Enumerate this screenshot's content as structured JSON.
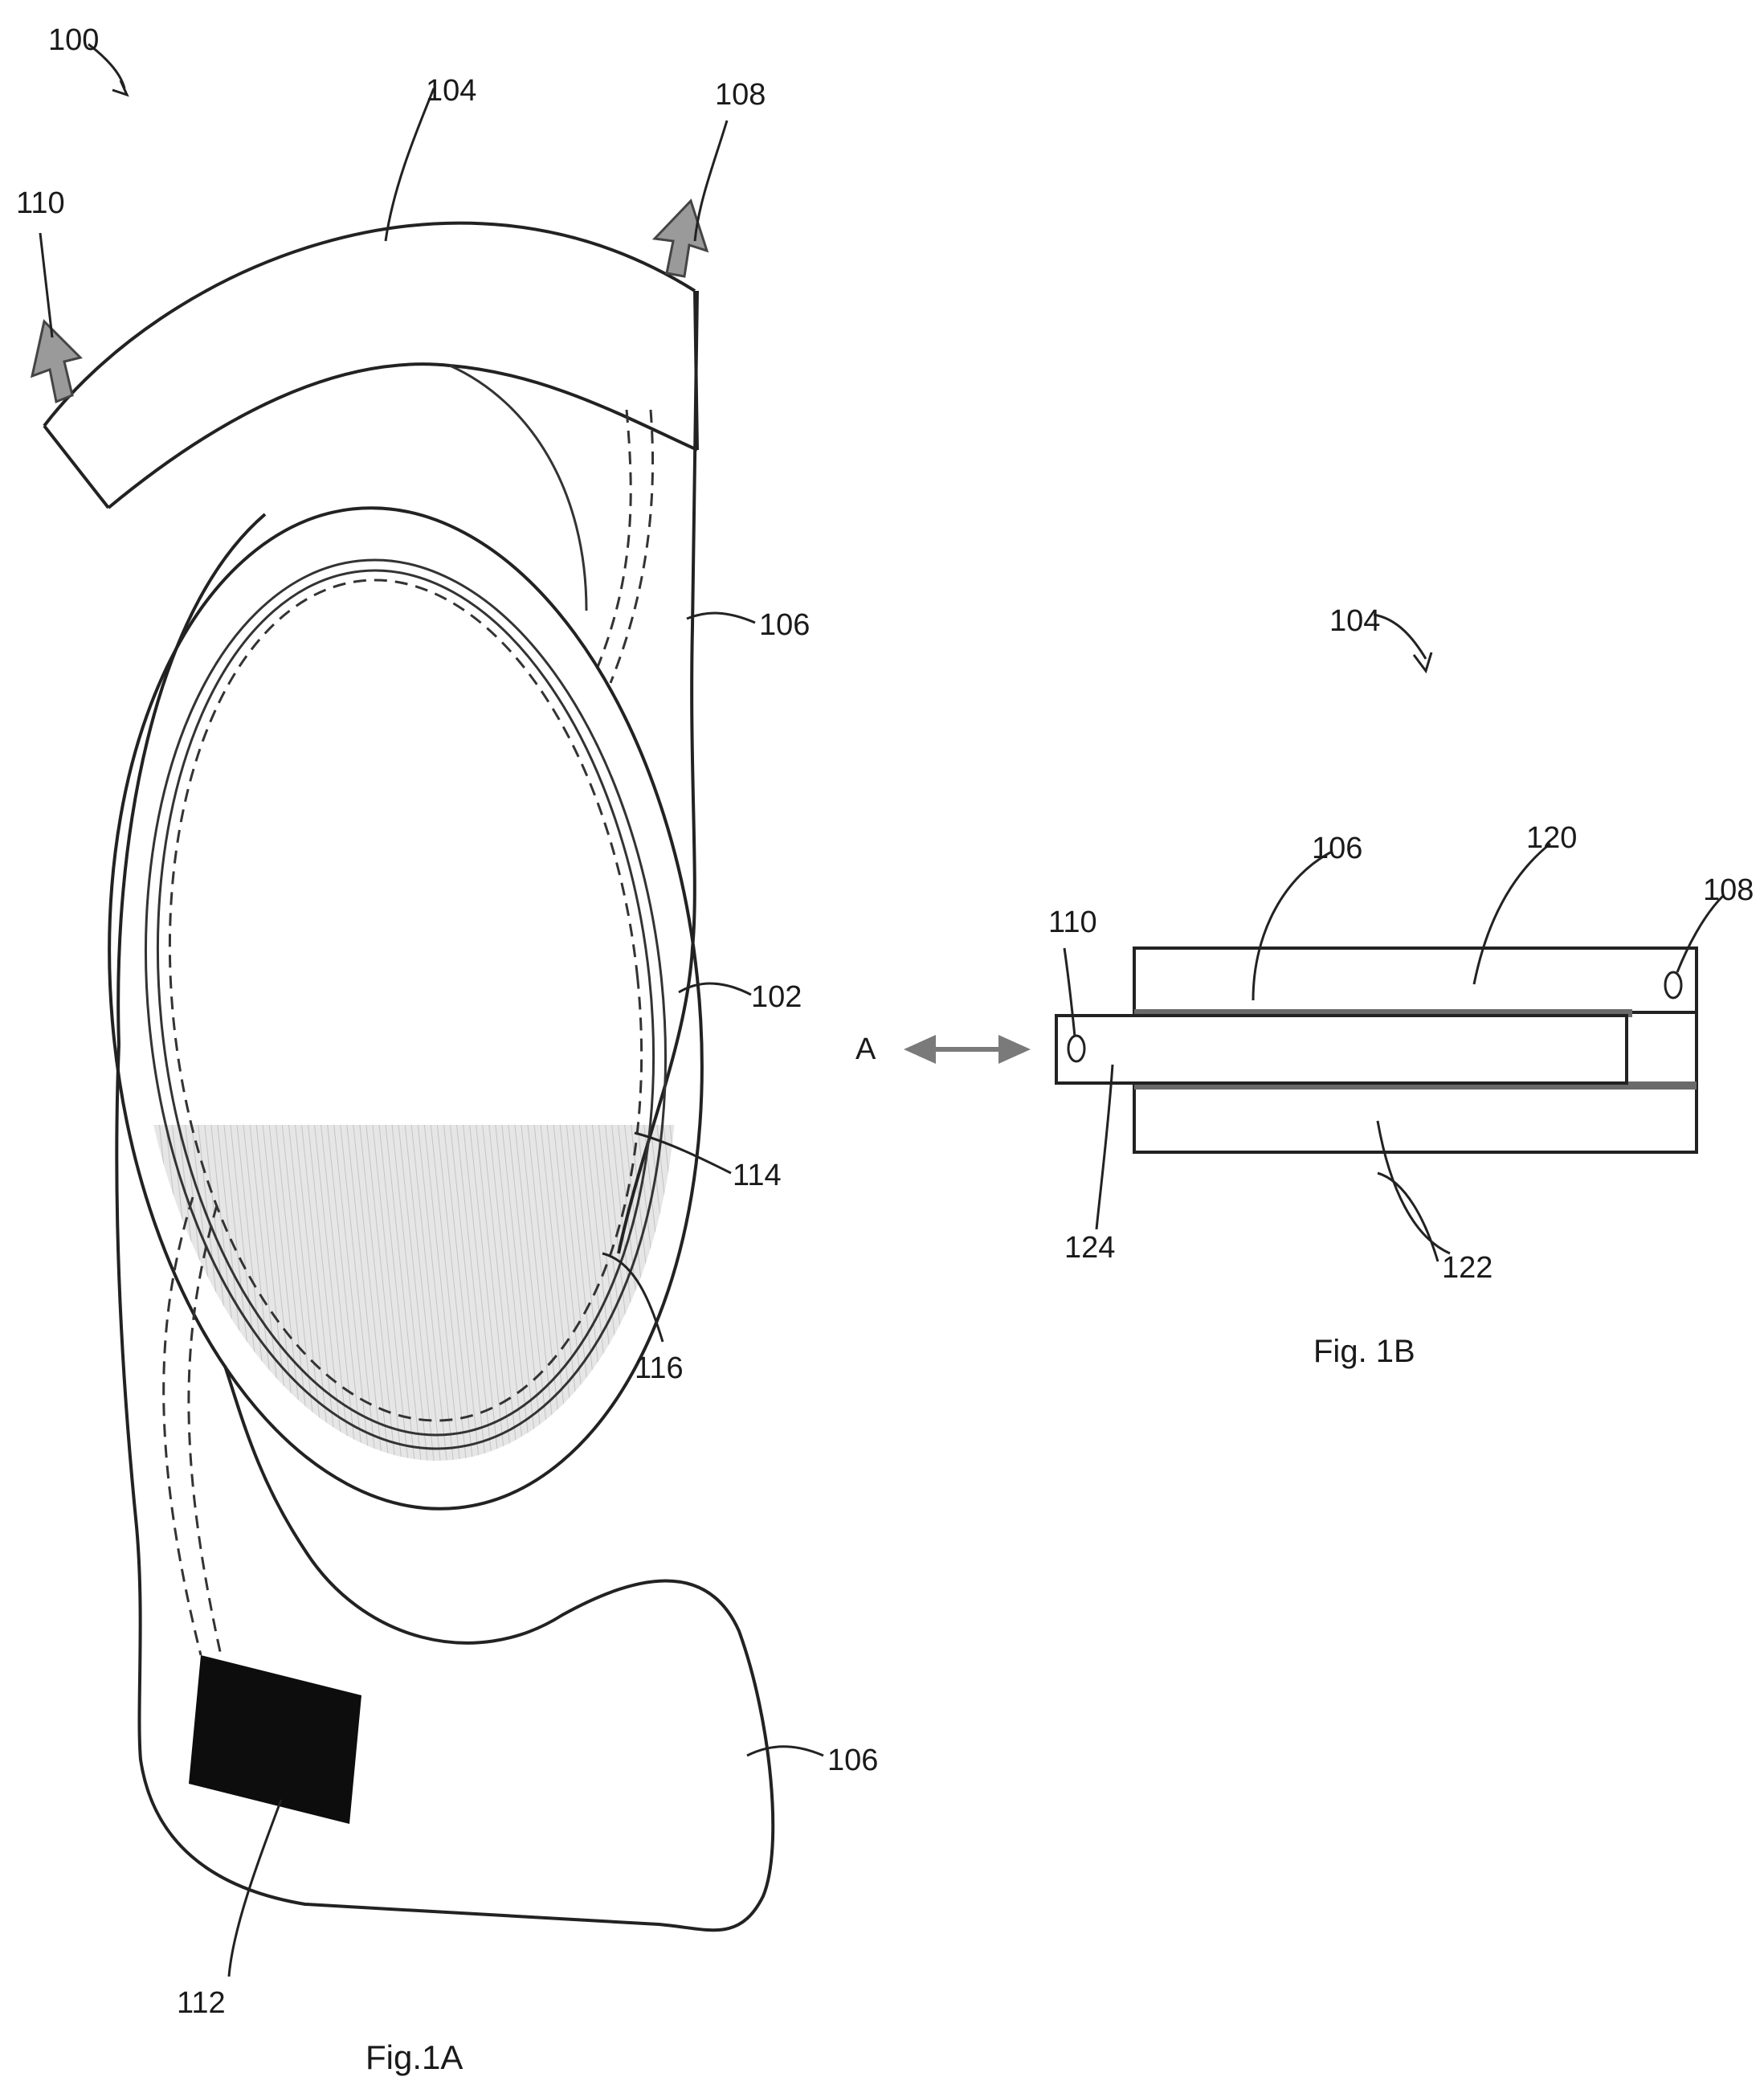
{
  "figure_1a": {
    "caption": "Fig.1A",
    "refs": {
      "device": "100",
      "band": "104",
      "outlet_right": "108",
      "outlet_left": "110",
      "side_upper": "106",
      "ring": "102",
      "inner_layer": "114",
      "outer_layer": "116",
      "side_lower": "106",
      "module": "112"
    }
  },
  "figure_1b": {
    "caption": "Fig. 1B",
    "direction_label": "A",
    "refs": {
      "assembly": "104",
      "layer_middle": "106",
      "layer_top": "120",
      "port_right": "108",
      "port_left": "110",
      "slider": "124",
      "layer_bottom": "122"
    }
  },
  "colors": {
    "ink": "#222222",
    "shading": "#dcdcdc",
    "module_fill": "#0d0d0d",
    "arrow_fill": "#8a8a8a"
  }
}
